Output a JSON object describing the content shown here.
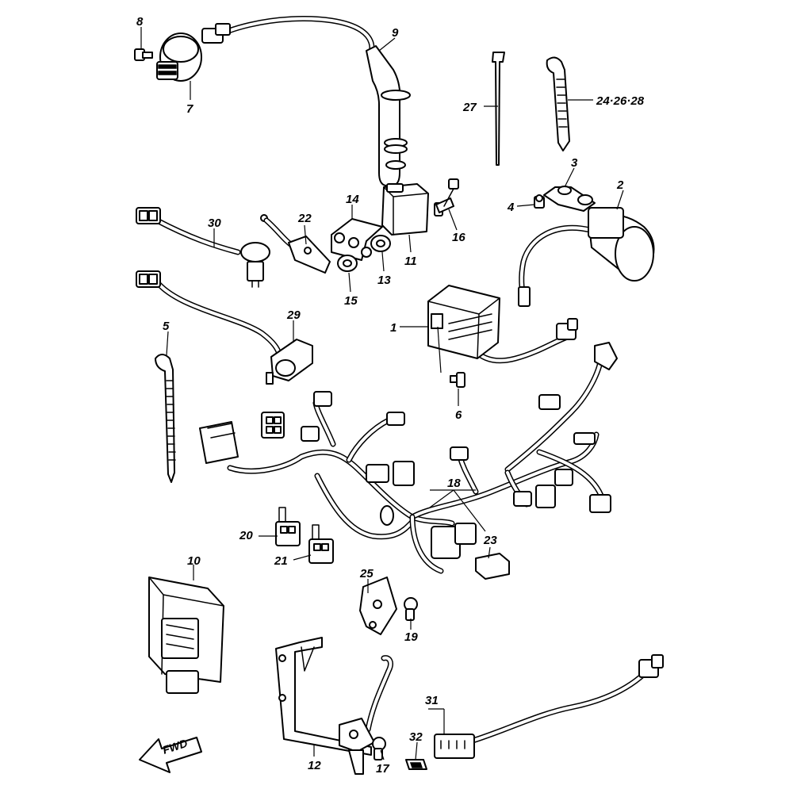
{
  "diagram": {
    "direction_label": "FWD",
    "callouts": [
      {
        "id": "c1",
        "label": "1"
      },
      {
        "id": "c2",
        "label": "2"
      },
      {
        "id": "c3",
        "label": "3"
      },
      {
        "id": "c4",
        "label": "4"
      },
      {
        "id": "c5",
        "label": "5"
      },
      {
        "id": "c6",
        "label": "6"
      },
      {
        "id": "c7",
        "label": "7"
      },
      {
        "id": "c8",
        "label": "8"
      },
      {
        "id": "c9",
        "label": "9"
      },
      {
        "id": "c10",
        "label": "10"
      },
      {
        "id": "c11",
        "label": "11"
      },
      {
        "id": "c12",
        "label": "12"
      },
      {
        "id": "c13",
        "label": "13"
      },
      {
        "id": "c14",
        "label": "14"
      },
      {
        "id": "c15",
        "label": "15"
      },
      {
        "id": "c16",
        "label": "16"
      },
      {
        "id": "c17",
        "label": "17"
      },
      {
        "id": "c18",
        "label": "18"
      },
      {
        "id": "c19",
        "label": "19"
      },
      {
        "id": "c20",
        "label": "20"
      },
      {
        "id": "c21",
        "label": "21"
      },
      {
        "id": "c22",
        "label": "22"
      },
      {
        "id": "c23",
        "label": "23"
      },
      {
        "id": "c24",
        "label": "24·26·28"
      },
      {
        "id": "c25",
        "label": "25"
      },
      {
        "id": "c27",
        "label": "27"
      },
      {
        "id": "c29",
        "label": "29"
      },
      {
        "id": "c30",
        "label": "30"
      },
      {
        "id": "c31",
        "label": "31"
      },
      {
        "id": "c32",
        "label": "32"
      }
    ]
  }
}
